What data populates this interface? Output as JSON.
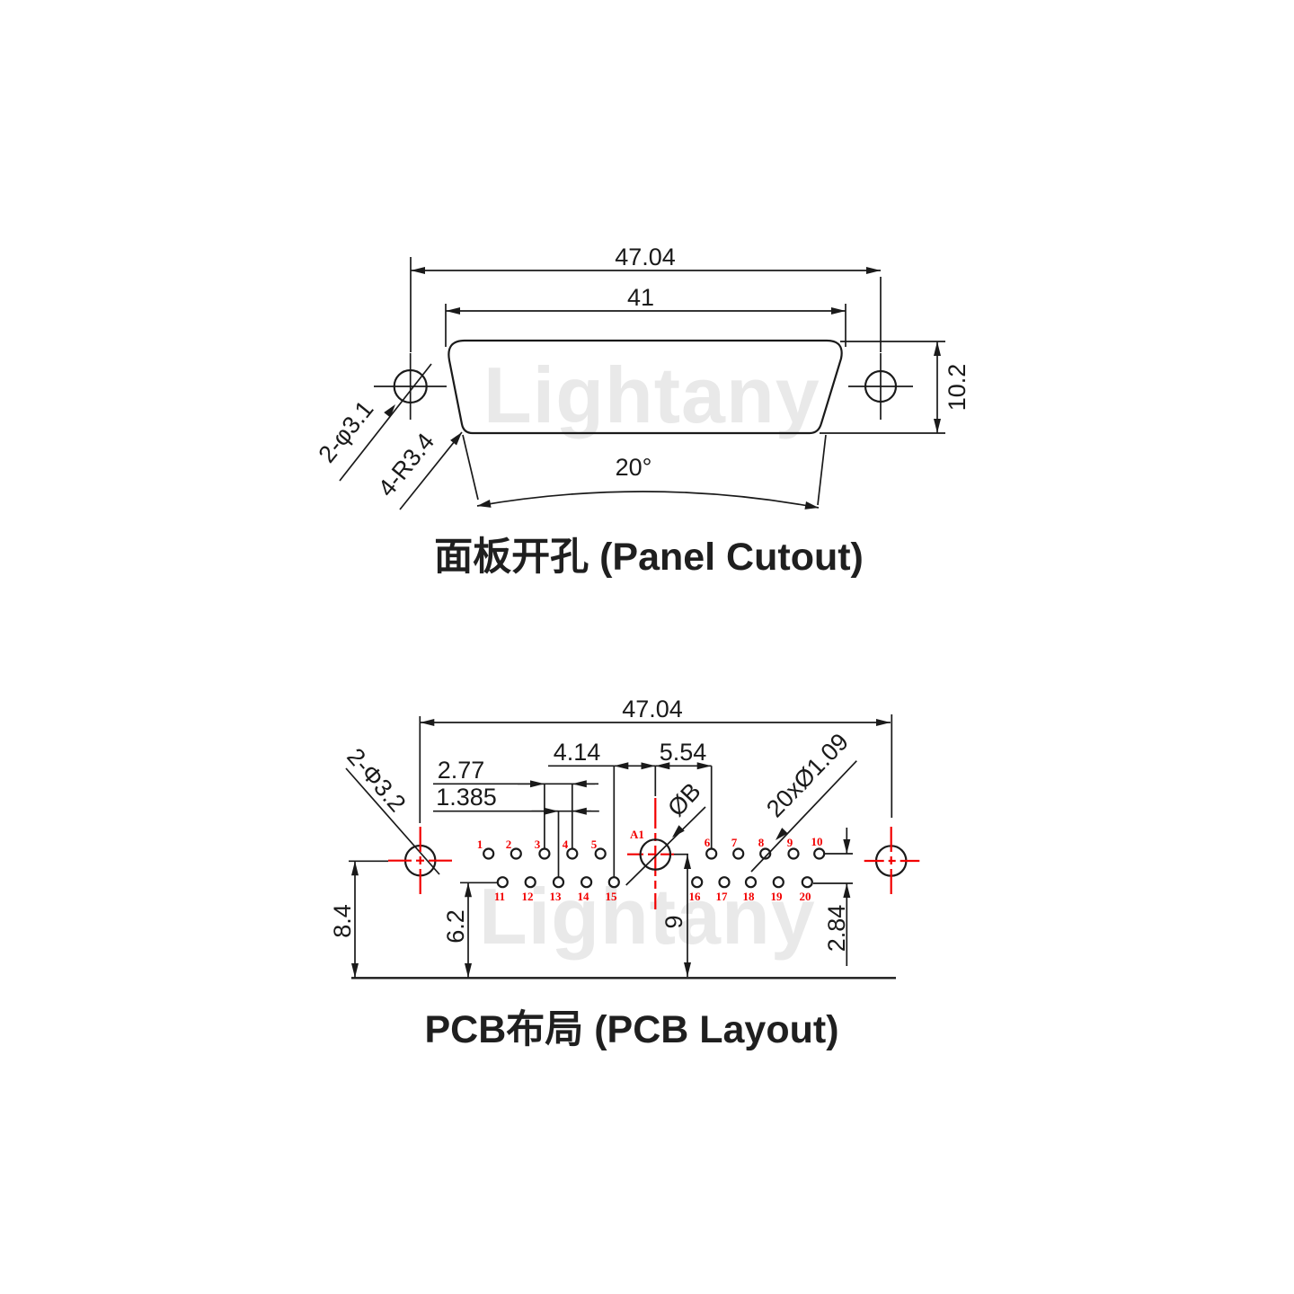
{
  "watermark_text": "Lightany",
  "colors": {
    "line": "#1a1a1a",
    "red": "#f20000",
    "watermark": "#e9e9e9"
  },
  "panel_cutout": {
    "title": "面板开孔 (Panel Cutout)",
    "dim_outer_width": "47.04",
    "dim_inner_width": "41",
    "dim_height": "10.2",
    "dim_angle": "20°",
    "label_mount_holes": "2-φ3.1",
    "label_corner_radius": "4-R3.4"
  },
  "pcb_layout": {
    "title": "PCB布局 (PCB Layout)",
    "dim_outer_width": "47.04",
    "dim_pin15_to_a1": "4.14",
    "dim_a1_to_pin6": "5.54",
    "dim_pitch": "2.77",
    "dim_half_pitch": "1.385",
    "label_mount_holes": "2-Φ3.2",
    "label_a1": "A1",
    "label_big_hole_dia": "ØB",
    "label_pin_holes": "20xØ1.09",
    "dim_mount_to_edge": "8.4",
    "dim_row2_to_edge": "6.2",
    "dim_a1_to_edge": "9",
    "dim_row_spacing": "2.84",
    "pins_top": [
      "1",
      "2",
      "3",
      "4",
      "5",
      "6",
      "7",
      "8",
      "9",
      "10"
    ],
    "pins_bottom": [
      "11",
      "12",
      "13",
      "14",
      "15",
      "16",
      "17",
      "18",
      "19",
      "20"
    ]
  }
}
